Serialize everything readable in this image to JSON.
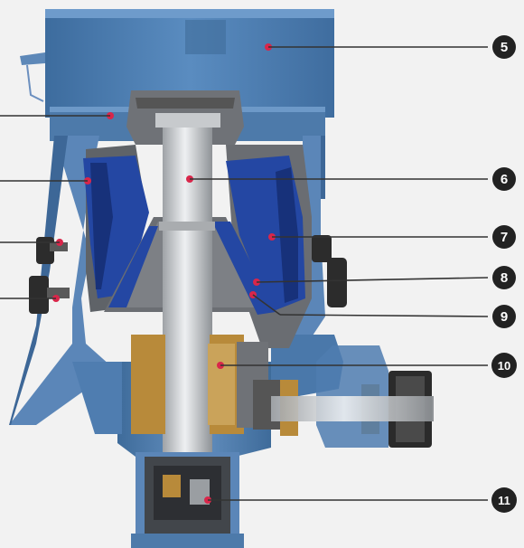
{
  "colors": {
    "background": "#f2f2f2",
    "hopper": "#4d7fb4",
    "hopper_dark": "#3a6897",
    "frame": "#5b86b8",
    "frame_dark": "#3d6797",
    "liner": "#2447a3",
    "liner_dark": "#17317a",
    "steel": "#6f7277",
    "steel_dark": "#4a4c50",
    "shaft": "#d7dadd",
    "brass": "#b88a3a",
    "marker": "#d9264a",
    "leader": "#333333",
    "badge": "#222222",
    "badge_text": "#ffffff"
  },
  "callouts": [
    {
      "number": "5"
    },
    {
      "number": "6"
    },
    {
      "number": "7"
    },
    {
      "number": "8"
    },
    {
      "number": "9"
    },
    {
      "number": "10"
    },
    {
      "number": "11"
    }
  ]
}
